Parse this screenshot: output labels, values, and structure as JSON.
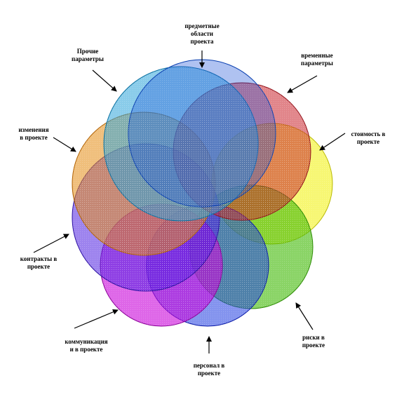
{
  "labels": {
    "subject": "предметные\nобласти\nпроекта",
    "other": "Прочие\nпараметры",
    "time": "временные\nпараметры",
    "changes": "изменения\nв проекте",
    "cost": "стоимость в\nпроекте",
    "contracts": "контракты в\nпроекте",
    "communications": "коммуникация\nи в проекте",
    "risks": "риски в\nпроекте",
    "personnel": "персонал в\nпроекте"
  },
  "colors": {
    "subject": "#2aa3d8",
    "other": "#1a4fd6",
    "time": "#c8202a",
    "cost": "#f0f000",
    "changes": "#e48a10",
    "risks": "#3cb800",
    "personnel": "#0a1aa8",
    "contracts": "#4d1ee0",
    "communications": "#c800d8"
  }
}
